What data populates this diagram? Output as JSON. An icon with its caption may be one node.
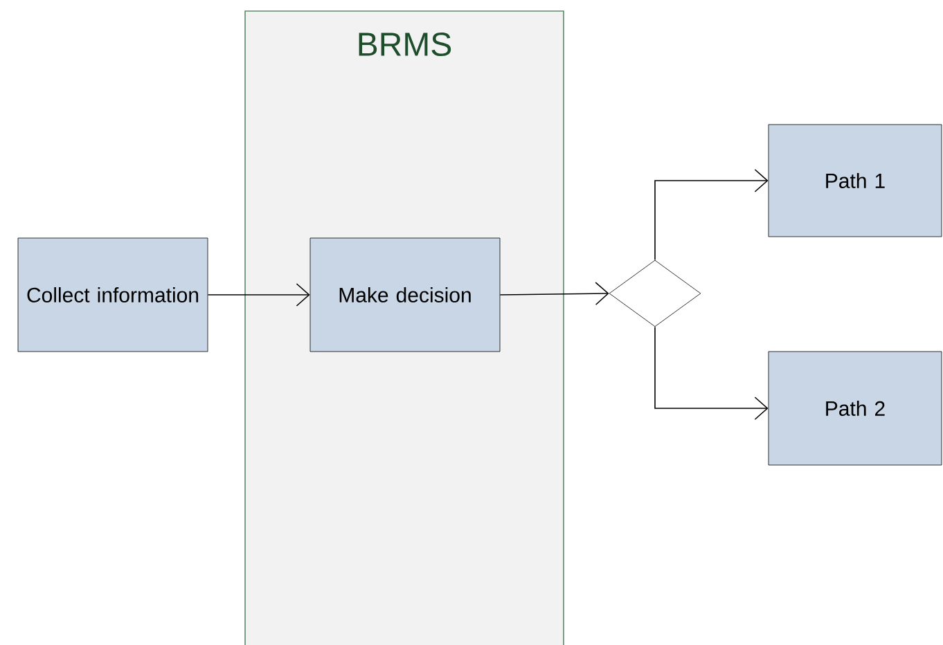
{
  "diagram": {
    "nodes": [
      {
        "text": [
          "BRMS"
        ]
      },
      {
        "text": [
          "Collect information"
        ]
      },
      {
        "text": [
          "Make decision"
        ],
        "in": 0
      },
      {
        "text": [],
        "shape": "diamond"
      },
      {
        "text": [
          "Path 1"
        ]
      },
      {
        "text": [
          "Path 2"
        ]
      }
    ],
    "edges": [
      {
        "from": 1,
        "to": 2,
        "arrow": "to"
      },
      {
        "from": 2,
        "to": 3,
        "arrow": "to"
      },
      {
        "from": 3,
        "to": 4,
        "arrow": "to"
      },
      {
        "from": 3,
        "to": 5,
        "arrow": "to"
      }
    ]
  }
}
